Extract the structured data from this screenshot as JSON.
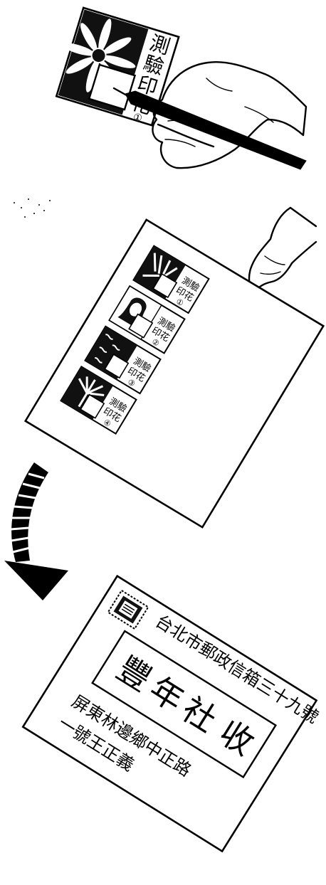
{
  "test_stamp": {
    "char_1": "測",
    "char_2": "驗",
    "char_3": "印",
    "char_4": "花",
    "number": "①"
  },
  "stamp_sheet": {
    "stamps": [
      {
        "line1": "測驗",
        "line2": "印花",
        "number": "①"
      },
      {
        "line1": "測驗",
        "line2": "印花",
        "number": "②"
      },
      {
        "line1": "測驗",
        "line2": "印花",
        "number": "③"
      },
      {
        "line1": "測驗",
        "line2": "印花",
        "number": "④"
      }
    ]
  },
  "envelope": {
    "address_line": "台北市郵政信箱三十九號",
    "recipient": "豐年社",
    "recipient_suffix": "收",
    "sender_line_1": "屏東林邊鄉中正路",
    "sender_line_2": "一號王正義"
  }
}
